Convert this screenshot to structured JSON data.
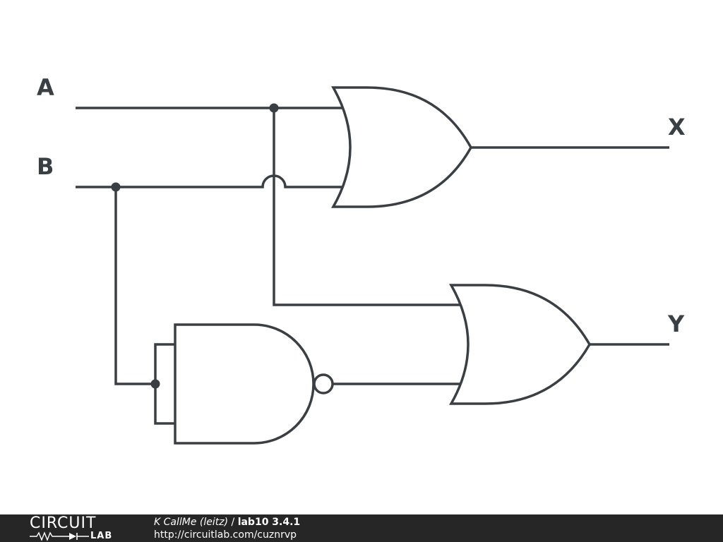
{
  "diagram": {
    "labels": {
      "input_a": "A",
      "input_b": "B",
      "output_x": "X",
      "output_y": "Y"
    },
    "colors": {
      "stroke": "#3a3f44",
      "background": "#ffffff",
      "footer": "#262626"
    }
  },
  "footer": {
    "logo_top": "CIRCUIT",
    "logo_bottom": "LAB",
    "author": "K CallMe (leitz)",
    "separator": " / ",
    "title": "lab10 3.4.1",
    "url": "http://circuitlab.com/cuznrvp"
  }
}
